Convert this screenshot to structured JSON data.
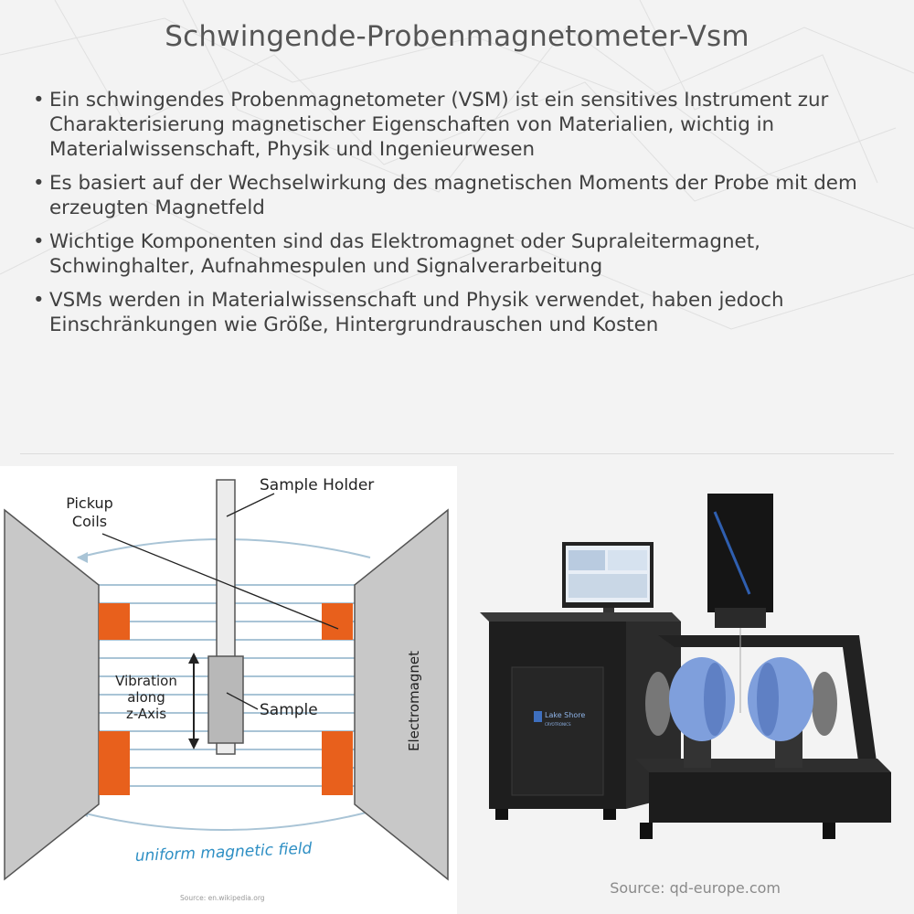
{
  "title": "Schwingende-Probenmagnetometer-Vsm",
  "bullets": [
    "Ein schwingendes Probenmagnetometer (VSM) ist ein sensitives Instrument zur Charakterisierung magnetischer Eigenschaften von Materialien, wichtig in Materialwissenschaft, Physik und Ingenieurwesen",
    "Es basiert auf der Wechselwirkung des magnetischen Moments der Probe mit dem erzeugten Magnetfeld",
    "Wichtige Komponenten sind das Elektromagnet oder Supraleitermagnet, Schwinghalter, Aufnahmespulen und Signalverarbeitung",
    "VSMs werden in Materialwissenschaft und Physik verwendet, haben jedoch Einschränkungen wie Größe, Hintergrundrauschen und Kosten"
  ],
  "diagram": {
    "pickup_line1": "Pickup",
    "pickup_line2": "Coils",
    "sample_holder": "Sample Holder",
    "vibration_line1": "Vibration",
    "vibration_line2": "along",
    "vibration_line3": "z-Axis",
    "sample": "Sample",
    "electromagnet": "Electromagnet",
    "field": "uniform magnetic field",
    "source": "Source: en.wikipedia.org"
  },
  "photo": {
    "brand_line1": "Lake Shore",
    "brand_line2": "CRYOTRONICS",
    "source": "Source: qd-europe.com"
  },
  "colors": {
    "coil": "#e8601c",
    "field_line": "#a9c4d6",
    "field_text": "#2e8fc4",
    "magnet_grey": "#c8c8c8",
    "magnet_blue": "#7f9fdc"
  }
}
